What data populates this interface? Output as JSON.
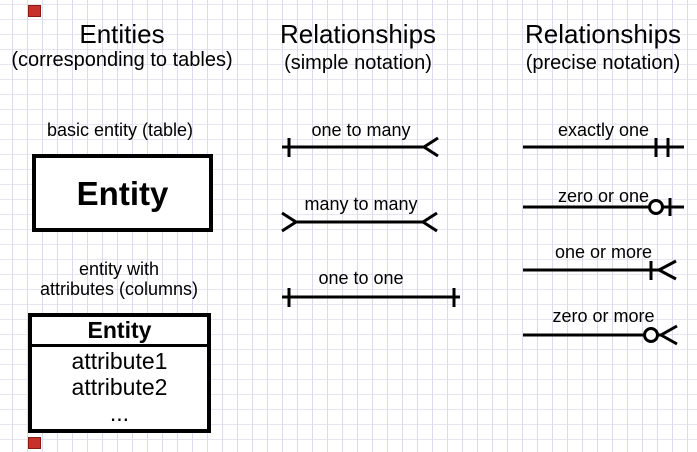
{
  "diagram": {
    "entities_column": {
      "title": "Entities",
      "subtitle": "(corresponding to tables)",
      "basic_entity": {
        "caption": "basic entity (table)",
        "name": "Entity"
      },
      "attribute_entity": {
        "caption_line1": "entity with",
        "caption_line2": "attributes (columns)",
        "header": "Entity",
        "attributes": [
          "attribute1",
          "attribute2",
          "..."
        ]
      }
    },
    "simple_relationships_column": {
      "title": "Relationships",
      "subtitle": "(simple notation)",
      "rows": [
        {
          "label": "one to many",
          "end_markers": "one-tick-left, crow-foot-right"
        },
        {
          "label": "many to many",
          "end_markers": "crow-foot-both-ends"
        },
        {
          "label": "one to one",
          "end_markers": "one-tick-both-ends"
        }
      ]
    },
    "precise_relationships_column": {
      "title": "Relationships",
      "subtitle": "(precise notation)",
      "rows": [
        {
          "label": "exactly one",
          "end_marker": "double-tick"
        },
        {
          "label": "zero or one",
          "end_marker": "circle-and-tick"
        },
        {
          "label": "one or more",
          "end_marker": "tick-and-crow-foot"
        },
        {
          "label": "zero or more",
          "end_marker": "circle-and-crow-foot"
        }
      ]
    }
  },
  "colors": {
    "ink": "#000000",
    "background": "#ffffff",
    "grid_line_vertical": "#dbdaf3",
    "grid_line_horizontal": "#e9e4f1",
    "corner_marker_red": "#c8302c"
  }
}
